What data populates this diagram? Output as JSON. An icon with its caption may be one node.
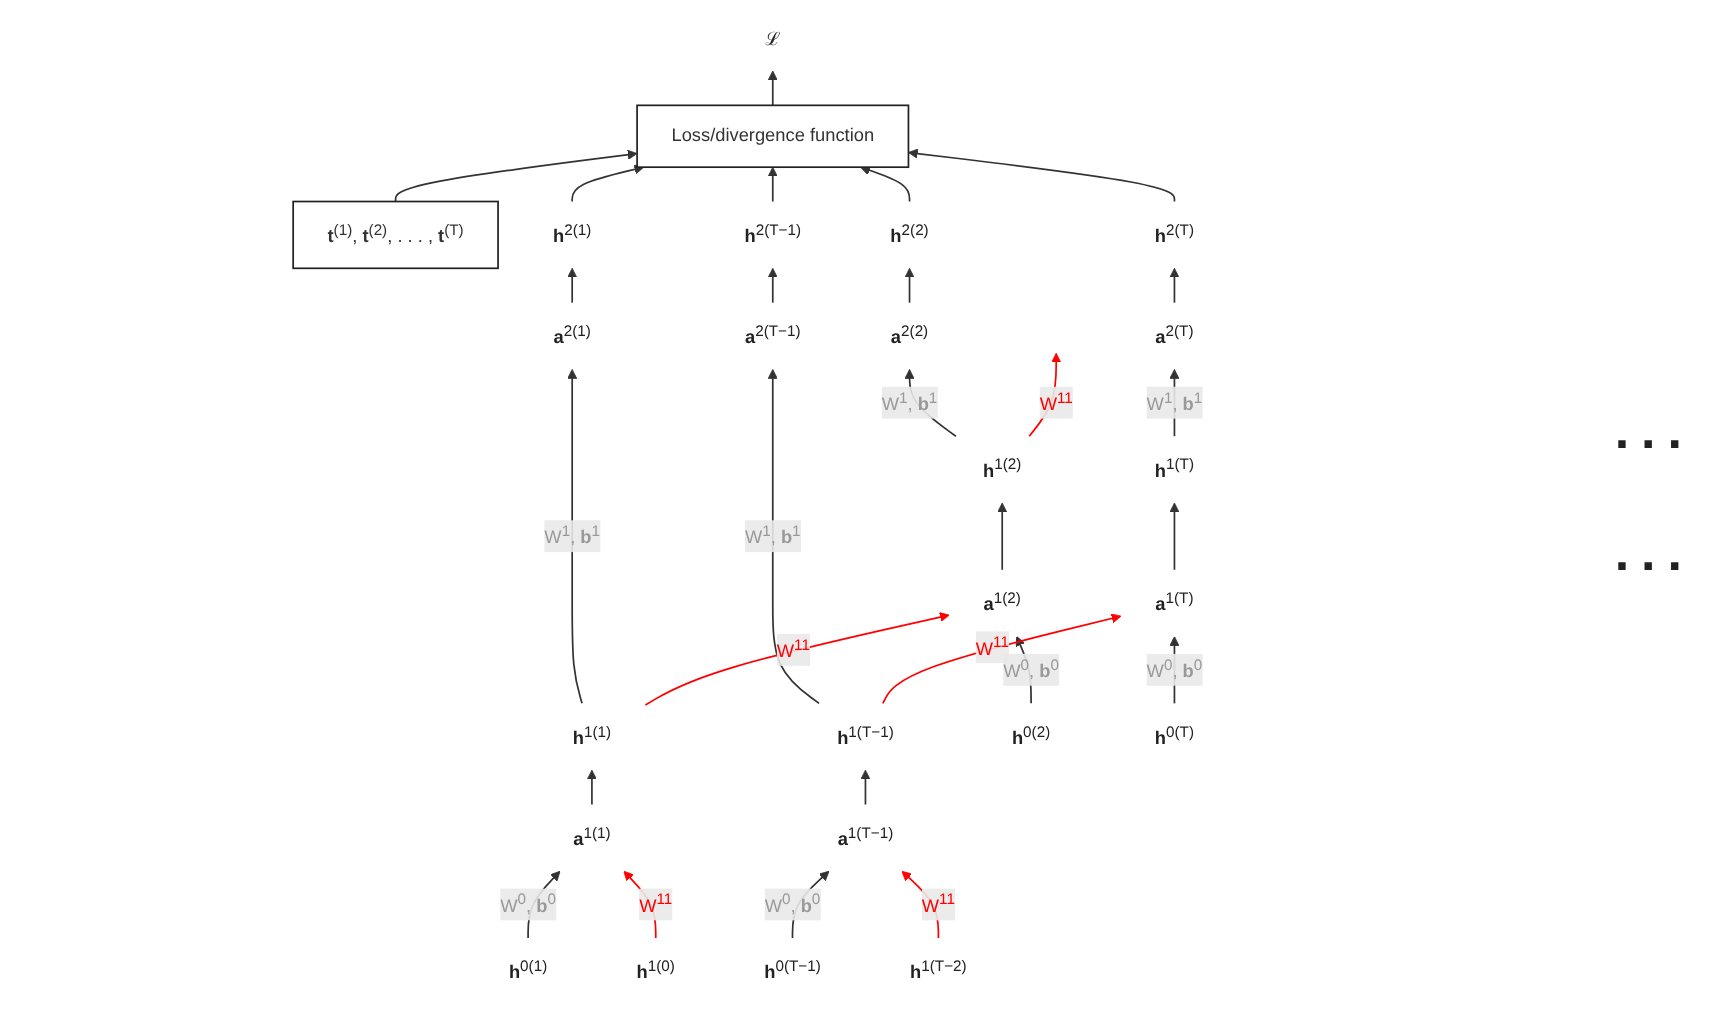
{
  "diagram": {
    "nodes": [
      {
        "text": [
          "ℒ"
        ]
      },
      {
        "text": [
          "Loss/divergence function"
        ]
      },
      {
        "text": [
          "**t**$^{(1)}$, **t**$^{(2)}$, . . . , **t**$^{(T)}$"
        ]
      },
      {
        "text": [
          "**h**$^{2(1)}$"
        ]
      },
      {
        "text": [
          "**h**$^{2(2)}$"
        ]
      },
      {
        "text": [
          "**h**$^{2(T−1)}$"
        ]
      },
      {
        "text": [
          "**h**$^{2(T)}$"
        ]
      },
      {
        "text": [
          "**a**$^{2(1)}$"
        ]
      },
      {
        "text": [
          "**a**$^{2(2)}$"
        ]
      },
      {
        "text": [
          "**a**$^{2(T−1)}$"
        ]
      },
      {
        "text": [
          "**a**$^{2(T)}$"
        ]
      },
      {
        "text": [
          "**h**$^{1(0)}$"
        ]
      },
      {
        "text": [
          "**h**$^{1(1)}$"
        ]
      },
      {
        "text": [
          "**h**$^{1(2)}$"
        ]
      },
      {
        "text": [
          "**h**$^{1(T−2)}$"
        ]
      },
      {
        "text": [
          "**h**$^{1(T−1)}$"
        ]
      },
      {
        "text": [
          "**h**$^{1(T)}$"
        ]
      },
      {
        "text": [
          "**a**$^{1(1)}$"
        ]
      },
      {
        "text": [
          "**a**$^{1(2)}$"
        ]
      },
      {
        "text": [
          "**a**$^{1(T−1)}$"
        ]
      },
      {
        "text": [
          "**a**$^{1(T)}$"
        ]
      },
      {
        "text": [
          "**h**$^{0(1)}$"
        ]
      },
      {
        "text": [
          "**h**$^{0(2)}$"
        ]
      },
      {
        "text": [
          "**h**$^{0(T−1)}$"
        ]
      },
      {
        "text": [
          "**h**$^{0(T)}$"
        ]
      }
    ],
    "edges": [
      {
        "from": 1,
        "to": 0,
        "arrow": "to"
      },
      {
        "from": 2,
        "to": 1,
        "arrow": "to"
      },
      {
        "from": 3,
        "to": 1,
        "arrow": "to"
      },
      {
        "from": 4,
        "to": 1,
        "arrow": "to"
      },
      {
        "from": 5,
        "to": 1,
        "arrow": "to"
      },
      {
        "from": 6,
        "to": 1,
        "arrow": "to"
      },
      {
        "from": 7,
        "to": 3,
        "arrow": "to"
      },
      {
        "from": 8,
        "to": 4,
        "arrow": "to"
      },
      {
        "from": 9,
        "to": 5,
        "arrow": "to"
      },
      {
        "from": 10,
        "to": 6,
        "arrow": "to"
      },
      {
        "from": 12,
        "to": 7,
        "arrow": "to",
        "label": "W$^{1}$, **b**$^{1}$"
      },
      {
        "from": 13,
        "to": 8,
        "arrow": "to",
        "label": "W$^{1}$, **b**$^{1}$"
      },
      {
        "from": 15,
        "to": 9,
        "arrow": "to",
        "label": "W$^{1}$, **b**$^{1}$"
      },
      {
        "from": 16,
        "to": 10,
        "arrow": "to",
        "label": "W$^{1}$, **b**$^{1}$"
      },
      {
        "from": 17,
        "to": 12,
        "arrow": "to"
      },
      {
        "from": 18,
        "to": 13,
        "arrow": "to"
      },
      {
        "from": 19,
        "to": 15,
        "arrow": "to"
      },
      {
        "from": 20,
        "to": 16,
        "arrow": "to"
      },
      {
        "from": 21,
        "to": 17,
        "arrow": "to",
        "label": "W$^{0}$, **b**$^{0}$"
      },
      {
        "from": 22,
        "to": 18,
        "arrow": "to",
        "label": "W$^{0}$, **b**$^{0}$"
      },
      {
        "from": 23,
        "to": 19,
        "arrow": "to",
        "label": "W$^{0}$, **b**$^{0}$"
      },
      {
        "from": 24,
        "to": 20,
        "arrow": "to",
        "label": "W$^{0}$, **b**$^{0}$"
      },
      {
        "from": 11,
        "to": 17,
        "arrow": "to",
        "label": "W$^{11}$",
        "color": "#ff0000"
      },
      {
        "from": 12,
        "to": 18,
        "arrow": "to",
        "label": "W$^{11}$",
        "color": "#ff0000"
      },
      {
        "from": 13,
        "to": null,
        "arrow": "to",
        "label": "W$^{11}$",
        "color": "#ff0000"
      },
      {
        "from": 14,
        "to": 19,
        "arrow": "to",
        "label": "W$^{11}$",
        "color": "#ff0000"
      },
      {
        "from": 15,
        "to": 20,
        "arrow": "to",
        "label": "W$^{11}$",
        "color": "#ff0000"
      }
    ],
    "labels": [
      "...",
      "..."
    ]
  }
}
